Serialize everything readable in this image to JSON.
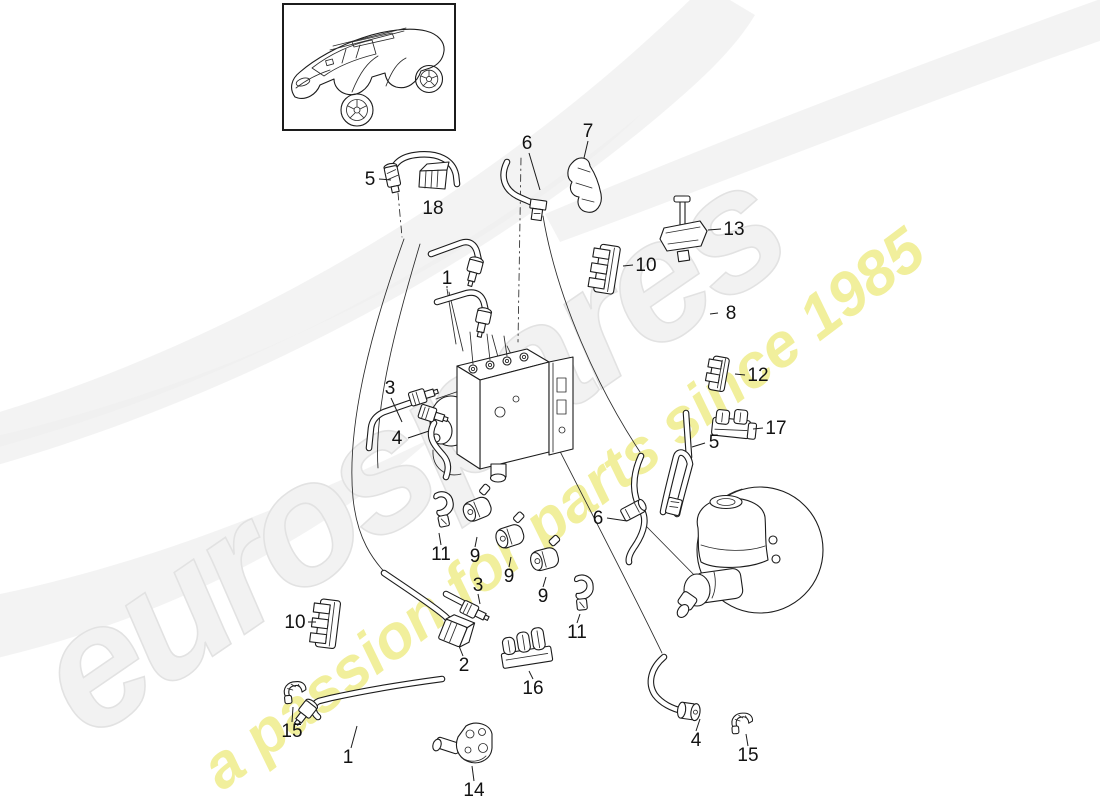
{
  "watermark": {
    "brand": "eurospares",
    "tagline": "a passion for parts since 1985",
    "brand_color": "#f2f2f2",
    "tagline_color": "#f1ef9c"
  },
  "car_box": {
    "icon": "porsche-cayenne-line-art"
  },
  "callouts": [
    {
      "number": "5"
    },
    {
      "number": "18"
    },
    {
      "number": "6"
    },
    {
      "number": "7"
    },
    {
      "number": "13"
    },
    {
      "number": "10"
    },
    {
      "number": "1"
    },
    {
      "number": "8"
    },
    {
      "number": "12"
    },
    {
      "number": "3"
    },
    {
      "number": "4"
    },
    {
      "number": "17"
    },
    {
      "number": "5"
    },
    {
      "number": "6"
    },
    {
      "number": "11"
    },
    {
      "number": "9"
    },
    {
      "number": "9"
    },
    {
      "number": "9"
    },
    {
      "number": "3"
    },
    {
      "number": "11"
    },
    {
      "number": "10"
    },
    {
      "number": "2"
    },
    {
      "number": "16"
    },
    {
      "number": "15"
    },
    {
      "number": "1"
    },
    {
      "number": "14"
    },
    {
      "number": "4"
    },
    {
      "number": "15"
    }
  ]
}
